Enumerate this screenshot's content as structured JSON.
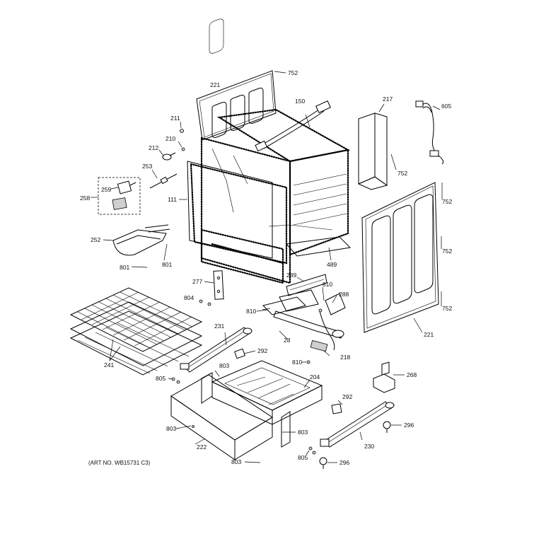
{
  "art_number": "(ART NO. WB15731 C3)",
  "callouts": {
    "c221a": "221",
    "c752a": "752",
    "c150": "150",
    "c217": "217",
    "c605": "605",
    "c211": "211",
    "c210": "210",
    "c212": "212",
    "c253": "253",
    "c259": "259",
    "c258": "258",
    "c111": "111",
    "c752b": "752",
    "c752c": "752",
    "c252": "252",
    "c801a": "801",
    "c801b": "801",
    "c489": "489",
    "c752d": "752",
    "c277": "277",
    "c289": "289",
    "c804": "804",
    "c810a": "810",
    "c288": "288",
    "c810b": "810",
    "c752e": "752",
    "c231": "231",
    "c28": "28",
    "c221b": "221",
    "c292a": "292",
    "c241": "241",
    "c218": "218",
    "c810c": "810",
    "c803a": "803",
    "c204": "204",
    "c268": "268",
    "c805a": "805",
    "c292b": "292",
    "c803b": "803",
    "c803c": "803",
    "c296a": "296",
    "c222": "222",
    "c230": "230",
    "c805b": "805",
    "c803d": "803",
    "c296b": "296"
  }
}
